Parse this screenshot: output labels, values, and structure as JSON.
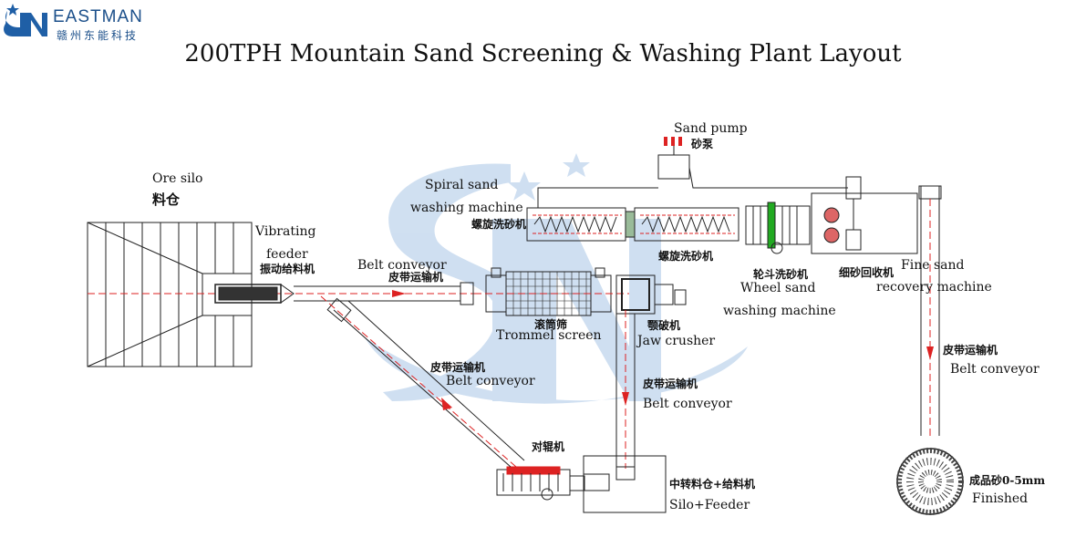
{
  "brand": {
    "name": "EASTMAN",
    "tagline": "赣州东能科技",
    "primary_color": "#1f5fa6",
    "watermark_color": "#a9c6e6"
  },
  "title": "200TPH Mountain Sand Screening & Washing Plant Layout",
  "labels": {
    "ore_silo_en": "Ore silo",
    "ore_silo_zh": "料仓",
    "vibrating_en_1": "Vibrating",
    "vibrating_en_2": "feeder",
    "vibrating_zh": "振动给料机",
    "belt1_en": "Belt conveyor",
    "belt1_zh": "皮带运输机",
    "sand_pump_en": "Sand pump",
    "sand_pump_zh": "砂泵",
    "spiral_en_1": "Spiral sand",
    "spiral_en_2": "washing machine",
    "spiral_zh_1": "螺旋洗砂机",
    "spiral_zh_2": "螺旋洗砂机",
    "wheel_zh": "轮斗洗砂机",
    "wheel_en_1": "Wheel sand",
    "wheel_en_2": "washing machine",
    "fine_zh": "细砂回收机",
    "fine_en_1": "Fine sand",
    "fine_en_2": "recovery machine",
    "trommel_zh": "滚筒筛",
    "trommel_en": "Trommel screen",
    "jaw_zh": "颚破机",
    "jaw_en": "Jaw crusher",
    "belt2_zh": "皮带运输机",
    "belt2_en": "Belt conveyor",
    "belt3_zh": "皮带运输机",
    "belt3_en": "Belt conveyor",
    "belt4_zh": "皮带运输机",
    "belt4_en": "Belt conveyor",
    "roller_zh": "对辊机",
    "silo_feeder_zh": "中转料仓+给料机",
    "silo_feeder_en": "Silo+Feeder",
    "finished_zh": "成品砂0-5mm",
    "finished_en": "Finished"
  }
}
